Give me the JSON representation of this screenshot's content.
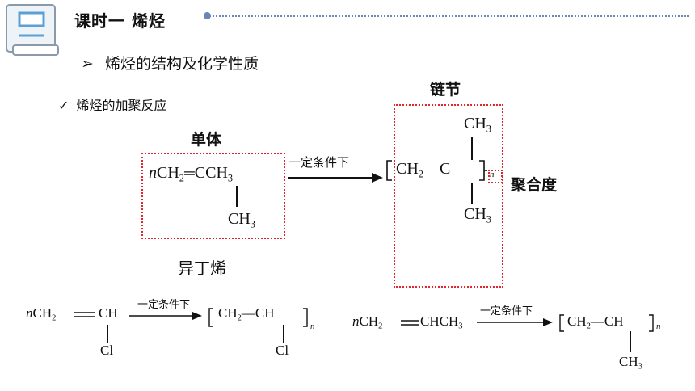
{
  "header": {
    "title": "课时一  烯烃",
    "bullet_main": "烯烃的结构及化学性质",
    "bullet_sub": "烯烃的加聚反应",
    "bullet_main_marker": "➢",
    "bullet_sub_marker": "✓"
  },
  "labels": {
    "monomer": "单体",
    "chain_unit": "链节",
    "degree": "聚合度",
    "isobutylene": "异丁烯"
  },
  "reactions": {
    "main": {
      "condition": "一定条件下",
      "n": "n",
      "left_formula": "CH",
      "left_sub": "2",
      "double": "═",
      "left_rest": "CCH",
      "left_rest_sub": "3",
      "branch": "CH",
      "branch_sub": "3",
      "prod_ch": "CH",
      "prod_sub": "2",
      "prod_dash": "—",
      "prod_c": "C",
      "prod_top": "CH",
      "prod_top_sub": "3",
      "prod_bottom": "CH",
      "prod_bottom_sub": "3",
      "prod_n": "n"
    },
    "vinyl_chloride": {
      "condition": "一定条件下",
      "n": "n",
      "ch2": "CH",
      "ch2_sub": "2",
      "ch": "CH",
      "cl": "Cl",
      "prod_ch2": "CH",
      "prod_ch2_sub": "2",
      "prod_ch": "CH",
      "prod_cl": "Cl",
      "prod_n": "n"
    },
    "propylene": {
      "condition": "一定条件下",
      "n": "n",
      "ch2": "CH",
      "ch2_sub": "2",
      "rest": "CHCH",
      "rest_sub": "3",
      "prod_ch2": "CH",
      "prod_ch2_sub": "2",
      "prod_ch": "CH",
      "prod_ch3": "CH",
      "prod_ch3_sub": "3",
      "prod_n": "n"
    }
  },
  "colors": {
    "accent": "#6a86b8",
    "red": "#e2242b",
    "icon_blue": "#5aa0d6"
  }
}
